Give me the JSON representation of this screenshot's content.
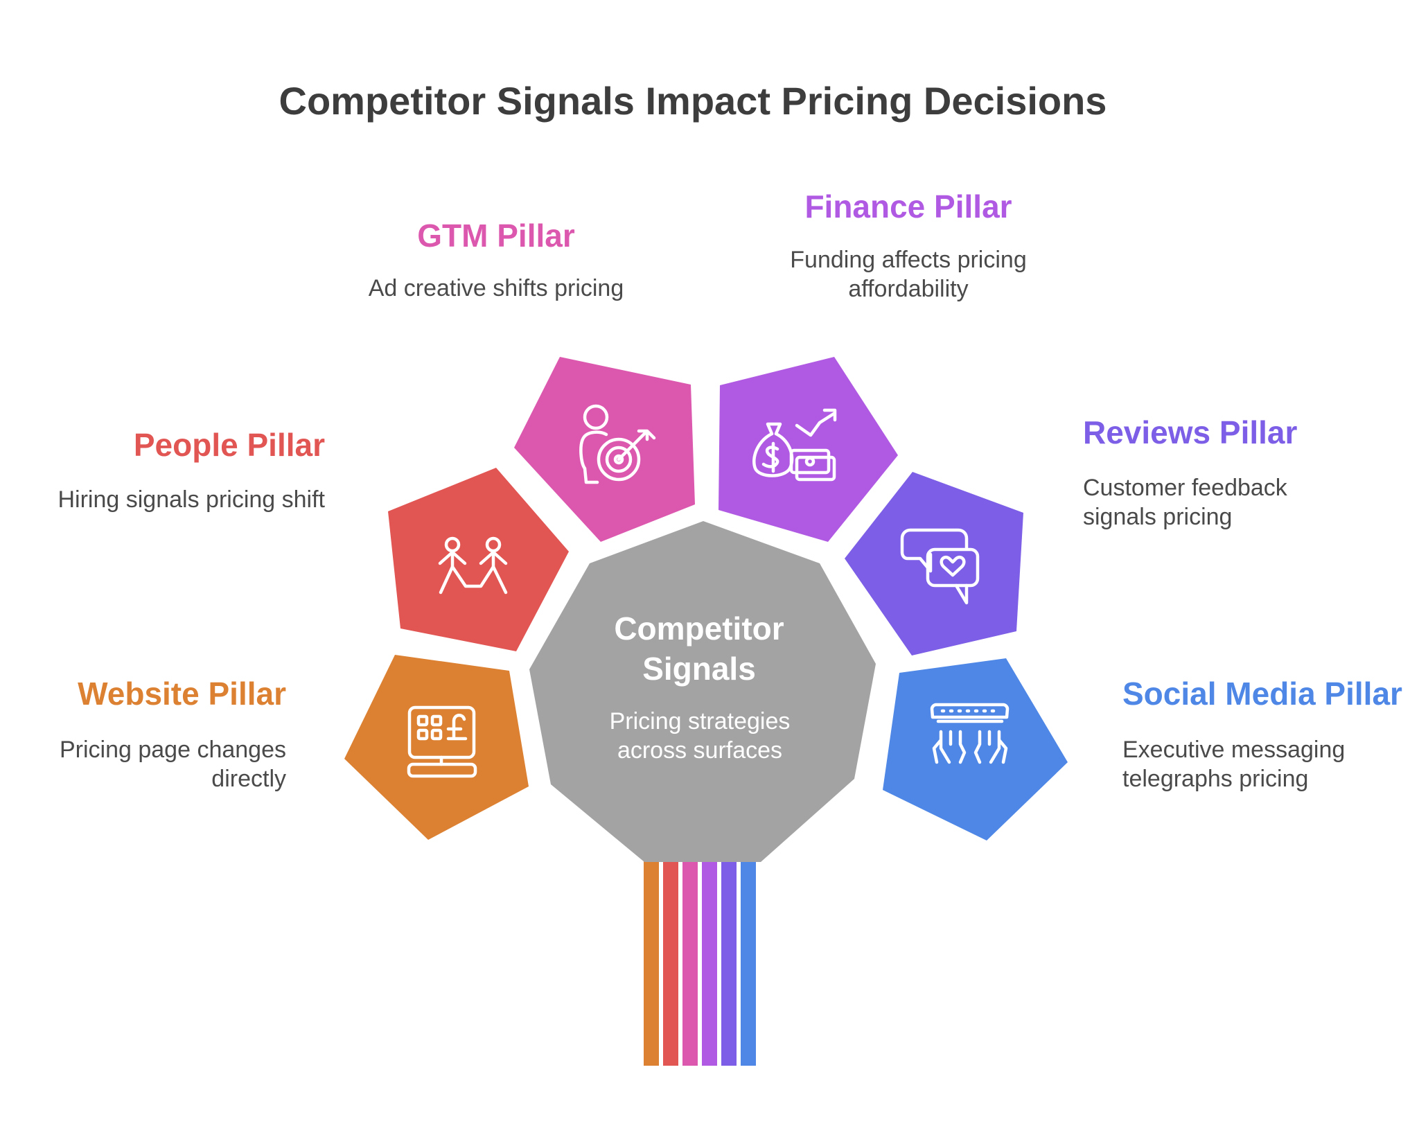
{
  "title": "Competitor Signals Impact Pricing Decisions",
  "hub": {
    "title_line1": "Competitor",
    "title_line2": "Signals",
    "desc_line1": "Pricing strategies",
    "desc_line2": "across surfaces",
    "color": "#a4a3a4"
  },
  "pillars": [
    {
      "key": "website",
      "title": "Website Pillar",
      "desc_line1": "Pricing page changes",
      "desc_line2": "directly",
      "color": "#dc8132",
      "icon": "pound-keypad-icon"
    },
    {
      "key": "people",
      "title": "People Pillar",
      "desc_line1": "Hiring signals pricing shift",
      "desc_line2": "",
      "color": "#e15553",
      "icon": "people-hands-icon"
    },
    {
      "key": "gtm",
      "title": "GTM Pillar",
      "desc_line1": "Ad creative shifts pricing",
      "desc_line2": "",
      "color": "#dc58ae",
      "icon": "person-target-icon"
    },
    {
      "key": "finance",
      "title": "Finance Pillar",
      "desc_line1": "Funding affects pricing",
      "desc_line2": "affordability",
      "color": "#b05ae3",
      "icon": "money-growth-icon"
    },
    {
      "key": "reviews",
      "title": "Reviews Pillar",
      "desc_line1": "Customer feedback",
      "desc_line2": "signals pricing",
      "color": "#7c5fe6",
      "icon": "chat-heart-icon"
    },
    {
      "key": "social",
      "title": "Social Media Pillar",
      "desc_line1": "Executive messaging",
      "desc_line2": "telegraphs pricing",
      "color": "#4e87e6",
      "icon": "typing-hands-icon"
    }
  ]
}
